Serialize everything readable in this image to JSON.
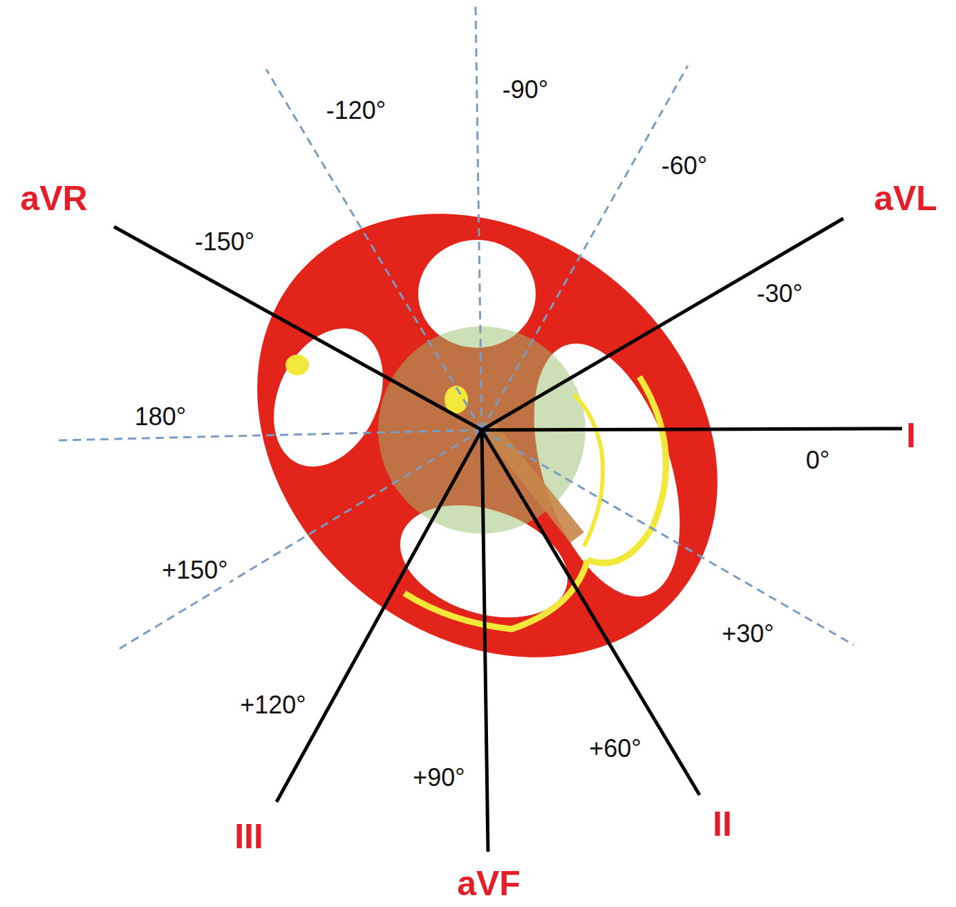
{
  "diagram": {
    "labels": [
      "-90°",
      "-120°",
      "-60°",
      "aVR",
      "aVL",
      "-150°",
      "-30°",
      "180°",
      "I",
      "0°",
      "+150°",
      "+30°",
      "+120°",
      "+60°",
      "+90°",
      "III",
      "II",
      "aVF"
    ]
  }
}
